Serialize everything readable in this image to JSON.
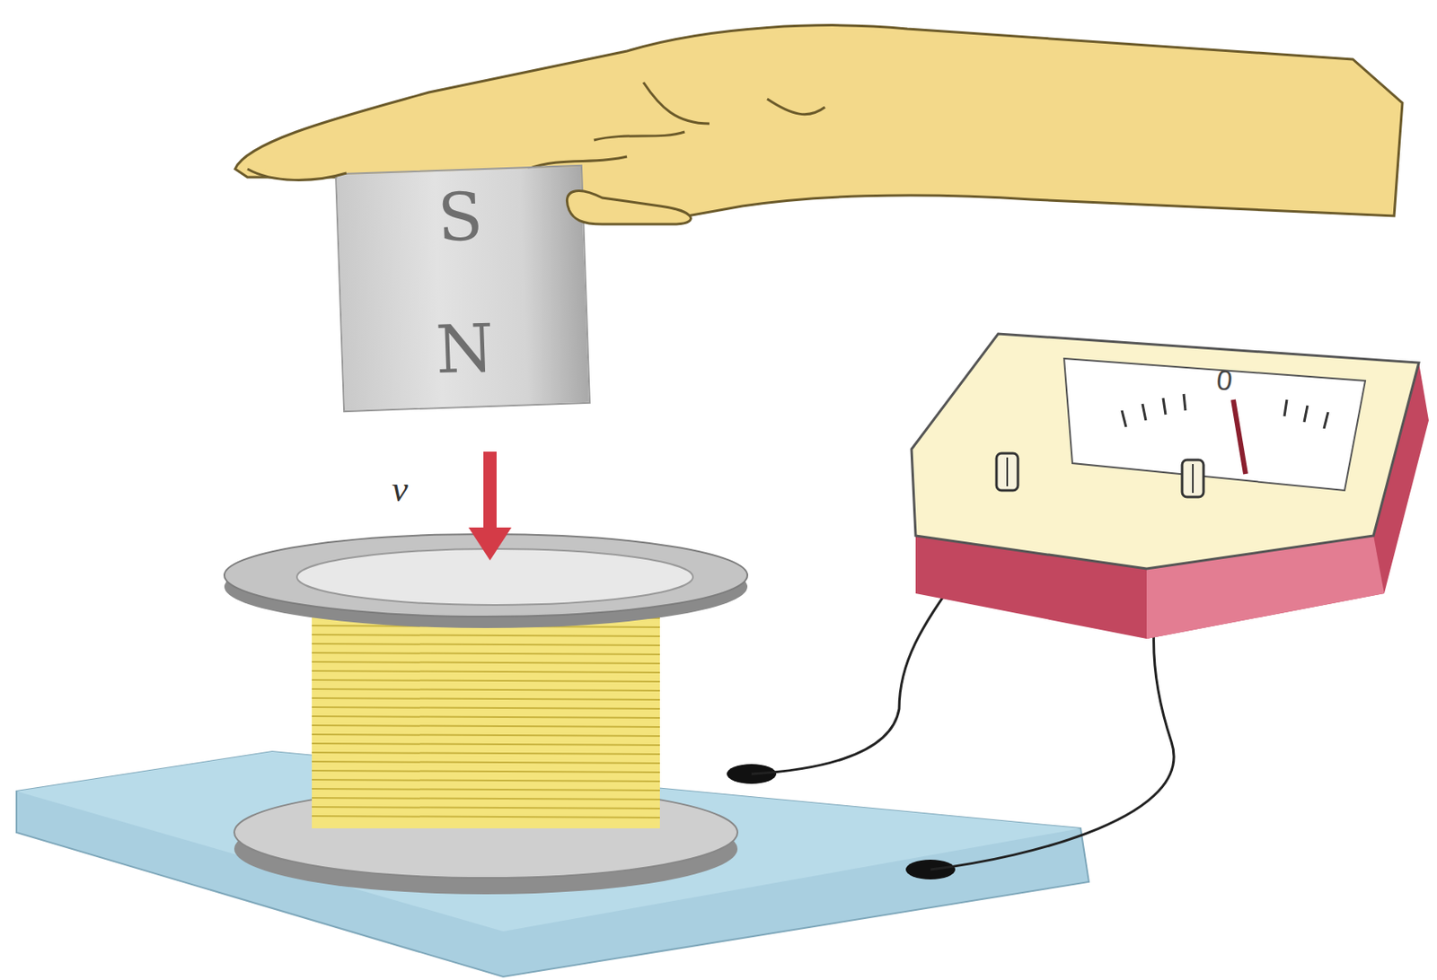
{
  "diagram": {
    "nodes": [
      {
        "text": [
          "S",
          "N"
        ]
      },
      {
        "text": [
          "0"
        ]
      }
    ],
    "labels": [
      "v"
    ]
  }
}
